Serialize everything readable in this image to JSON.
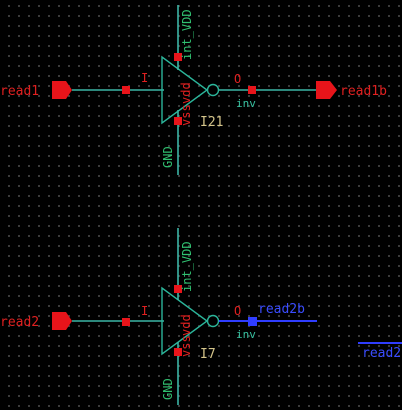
{
  "colors": {
    "background": "#000000",
    "wire": "#3bb5a5",
    "pin": "#e8141a",
    "selected_net": "#2f3dff",
    "instance_label": "#d4c48a"
  },
  "inverters": [
    {
      "input_port": "read1",
      "output_port": "read1b",
      "instance": "I21",
      "cell": "inv",
      "input_pin": "I",
      "output_pin": "O",
      "supply_net": "int_VDD",
      "ground_net": "GND",
      "vdd_pin": "vdd",
      "vss_pin": "vss"
    },
    {
      "input_port": "read2",
      "output_net": "read2b",
      "instance": "I7",
      "cell": "inv",
      "input_pin": "I",
      "output_pin": "O",
      "supply_net": "int_VDD",
      "ground_net": "GND",
      "vdd_pin": "vdd",
      "vss_pin": "vss"
    }
  ],
  "offscreen_net_label": "read2"
}
